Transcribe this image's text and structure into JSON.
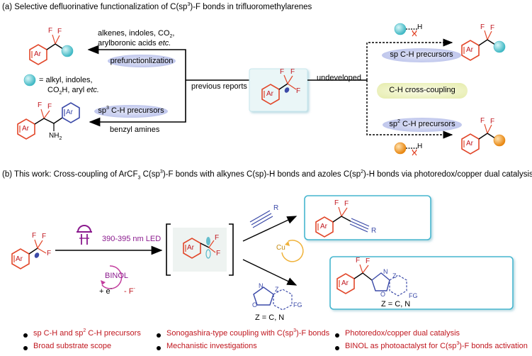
{
  "section_a": {
    "header": "(a) Selective defluorinative functionalization of C(sp",
    "header_sup": "3",
    "header_tail": ")-F bonds in trifluoromethylarenes",
    "reagents_line1": "alkenes, indoles, CO",
    "reagents_line1_sub": "2",
    "reagents_line1_tail": ",",
    "reagents_line2": "arylboronic acids ",
    "reagents_line2_em": "etc.",
    "prefunc_label": "prefunctionlization",
    "legend_line1": "=  alkyl, indoles,",
    "legend_line2": "CO",
    "legend_line2_sub": "2",
    "legend_line2_tail": "H, aryl ",
    "legend_line2_em": "etc.",
    "sp3_label": "sp",
    "sp3_sup": "3",
    "sp3_tail": " C-H precursors",
    "benzyl_label": "benzyl amines",
    "previous_reports": "previous reports",
    "undeveloped": "undeveloped",
    "sp_ch_label": "sp C-H precursors",
    "ch_cross_label": "C-H cross-coupling",
    "sp2_label": "sp",
    "sp2_sup": "2",
    "sp2_tail": " C-H precursors"
  },
  "section_b": {
    "header": "(b) This work: Cross-coupling of ArCF",
    "header_sub": "3",
    "header_mid": " C(sp",
    "header_sup": "3",
    "header_tail": ")-F bonds with alkynes C(sp)-H bonds and azoles C(sp",
    "header_sup2": "2",
    "header_tail2": ")-H bonds via photoredox/copper dual catalysis",
    "led_label": "390-395 nm LED",
    "binol_label": "BINOL",
    "electron_label": "+ e",
    "electron_sup": "-",
    "fluoride_label": "- F",
    "fluoride_sup": "-",
    "cu_label": "Cu",
    "z_label_left": "Z = C, N",
    "z_label_right": "Z = C, N"
  },
  "chem_labels": {
    "ar": "Ar",
    "f": "F",
    "h": "H",
    "r": "R",
    "nh2": "NH",
    "nh2_sub": "2",
    "n": "N",
    "o": "O",
    "z": "Z",
    "fg": "FG"
  },
  "highlights": [
    {
      "text": "sp C-H  and sp",
      "sup": "2",
      "tail": " C-H precursors"
    },
    {
      "text": "Broad substrate scope",
      "sup": "",
      "tail": ""
    },
    {
      "text": "Sonogashira-type coupling with C(sp",
      "sup": "3",
      "tail": ")-F bonds"
    },
    {
      "text": "Mechanistic investigations",
      "sup": "",
      "tail": ""
    },
    {
      "text": "Photoredox/copper dual catalysis",
      "sup": "",
      "tail": ""
    },
    {
      "text": "BINOL as photoactalyst for C(sp",
      "sup": "3",
      "tail": ")-F bonds activation"
    }
  ],
  "colors": {
    "chem_red": "#e2472a",
    "label_red": "#c0171f",
    "purple": "#8b1b8e",
    "cyan_box": "#45b6cf",
    "pill_blue": "#c9cfee",
    "pill_yellow": "#f1f4c4",
    "teal_ball": "#5cc9d3",
    "orange_ball": "#f29a1e",
    "blue_radical": "#3b4aa8"
  }
}
